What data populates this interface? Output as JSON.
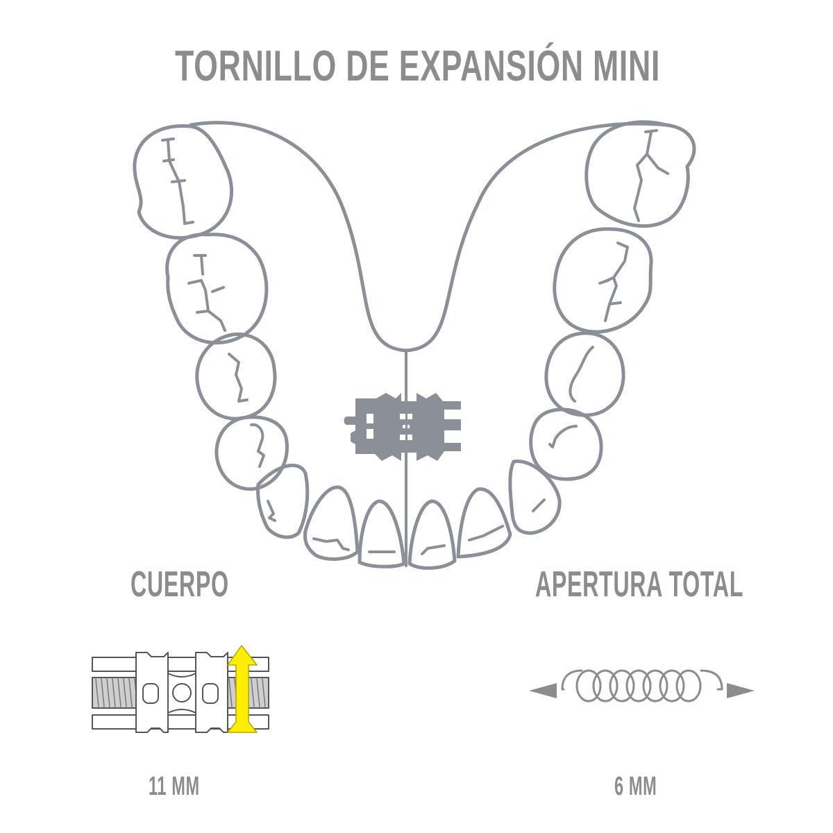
{
  "title": "TORNILLO DE EXPANSIÓN MINI",
  "colors": {
    "text": "#8c8c8c",
    "outline": "#8a8f98",
    "arrow_fill": "#ffee00",
    "arrow_stroke": "#b5a300",
    "spring": "#8c8c8c"
  },
  "sections": {
    "body": {
      "label": "CUERPO",
      "value": "11 MM",
      "icon": "screw-body-with-arrow-icon"
    },
    "opening": {
      "label": "APERTURA TOTAL",
      "value": "6 MM",
      "icon": "spring-double-arrow-icon"
    }
  },
  "illustration": {
    "subject": "upper dental arch with midline expansion screw",
    "icon": "dental-arch-icon"
  }
}
